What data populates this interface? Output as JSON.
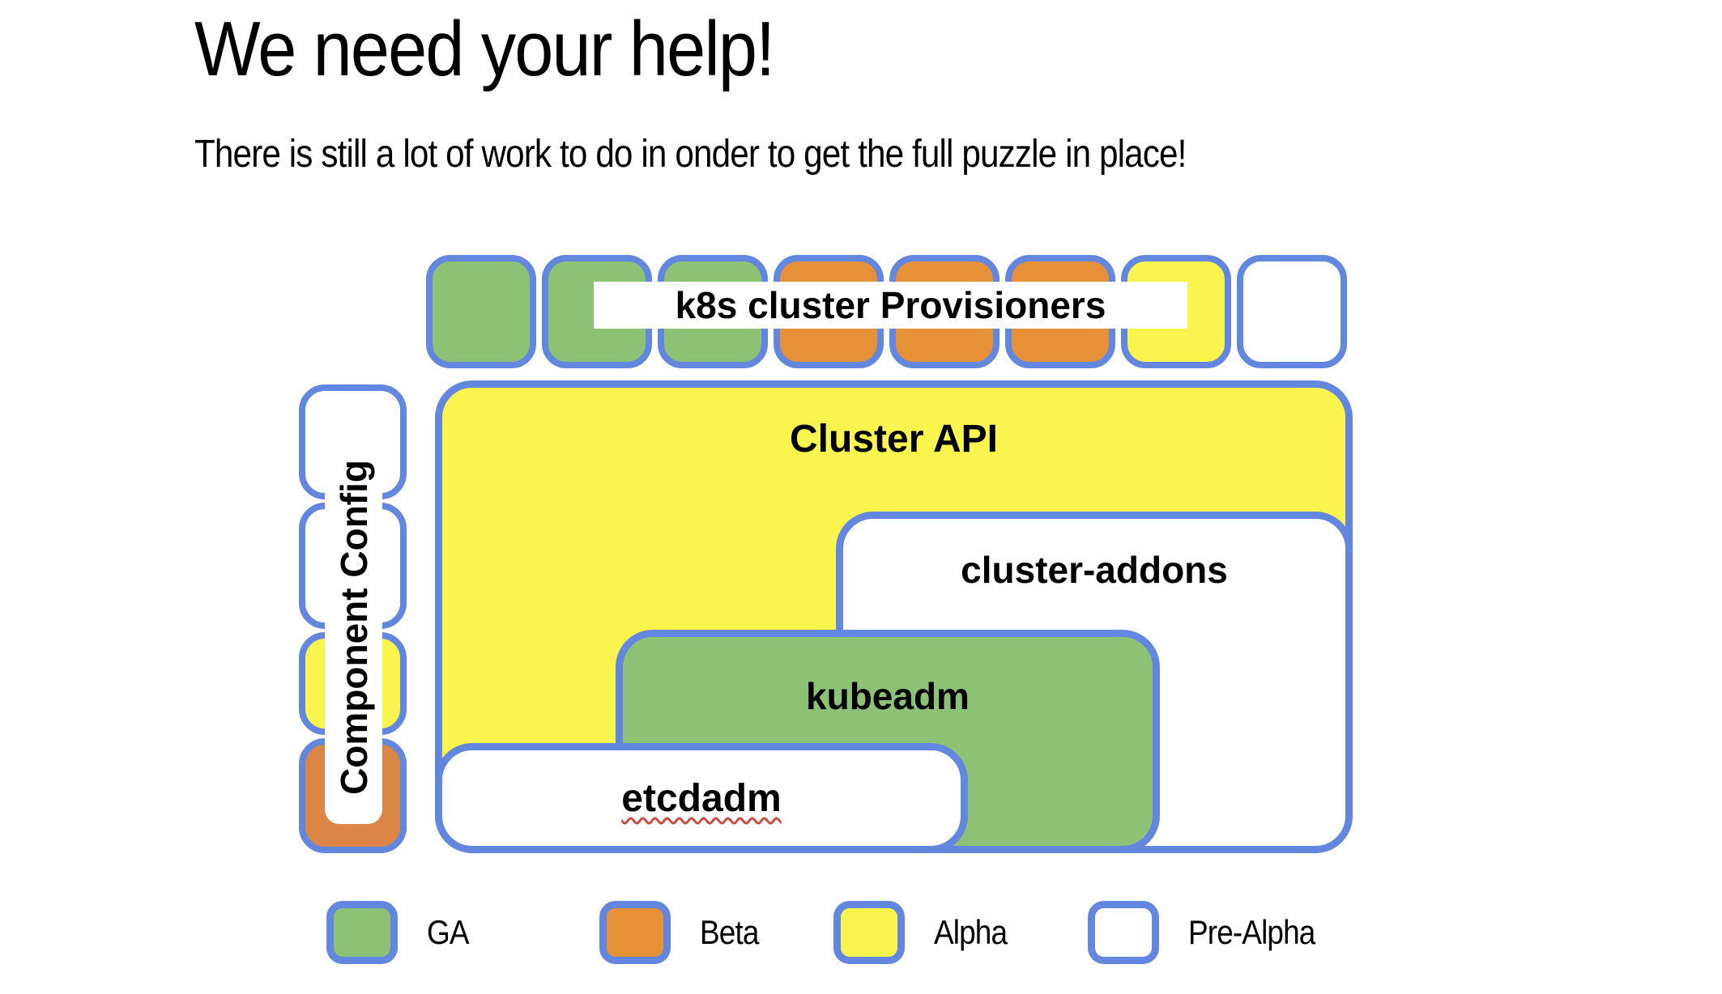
{
  "title": "We need your help!",
  "subtitle": "There is still a lot of work to do in onder to get the full puzzle in place!",
  "colors": {
    "border_blue": "#6386DE",
    "ga_green": "#8DC175",
    "beta_orange": "#E69138",
    "alpha_yellow": "#FAF54E",
    "pre_alpha_white": "#FFFFFF",
    "config_orange": "#DB8546",
    "squiggle_red": "#CC4B42"
  },
  "provisioners": {
    "label": "k8s cluster Provisioners",
    "pieces": [
      "ga_green",
      "ga_green",
      "ga_green",
      "beta_orange",
      "beta_orange",
      "beta_orange",
      "alpha_yellow",
      "pre_alpha_white"
    ]
  },
  "component_config": {
    "label": "Component Config",
    "boxes": [
      "pre_alpha_white",
      "pre_alpha_white",
      "alpha_yellow",
      "config_orange"
    ]
  },
  "boxes": {
    "cluster_api": {
      "label": "Cluster API",
      "status": "alpha_yellow"
    },
    "cluster_addons": {
      "label": "cluster-addons",
      "status": "pre_alpha_white"
    },
    "kubeadm": {
      "label": "kubeadm",
      "status": "ga_green"
    },
    "etcdadm": {
      "label": "etcdadm",
      "status": "pre_alpha_white"
    }
  },
  "legend": {
    "items": [
      {
        "key": "ga_green",
        "label": "GA"
      },
      {
        "key": "beta_orange",
        "label": "Beta"
      },
      {
        "key": "alpha_yellow",
        "label": "Alpha"
      },
      {
        "key": "pre_alpha_white",
        "label": "Pre-Alpha"
      }
    ]
  }
}
